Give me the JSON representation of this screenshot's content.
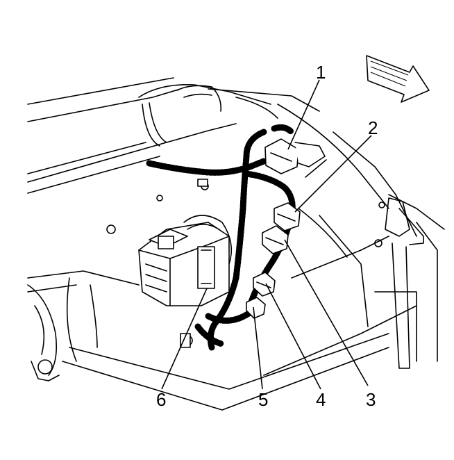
{
  "diagram": {
    "callouts": [
      {
        "id": 1,
        "label": "1"
      },
      {
        "id": 2,
        "label": "2"
      },
      {
        "id": 3,
        "label": "3"
      },
      {
        "id": 4,
        "label": "4"
      },
      {
        "id": 5,
        "label": "5"
      },
      {
        "id": 6,
        "label": "6"
      }
    ],
    "direction_arrow_icon": "forward-arrow-icon"
  }
}
